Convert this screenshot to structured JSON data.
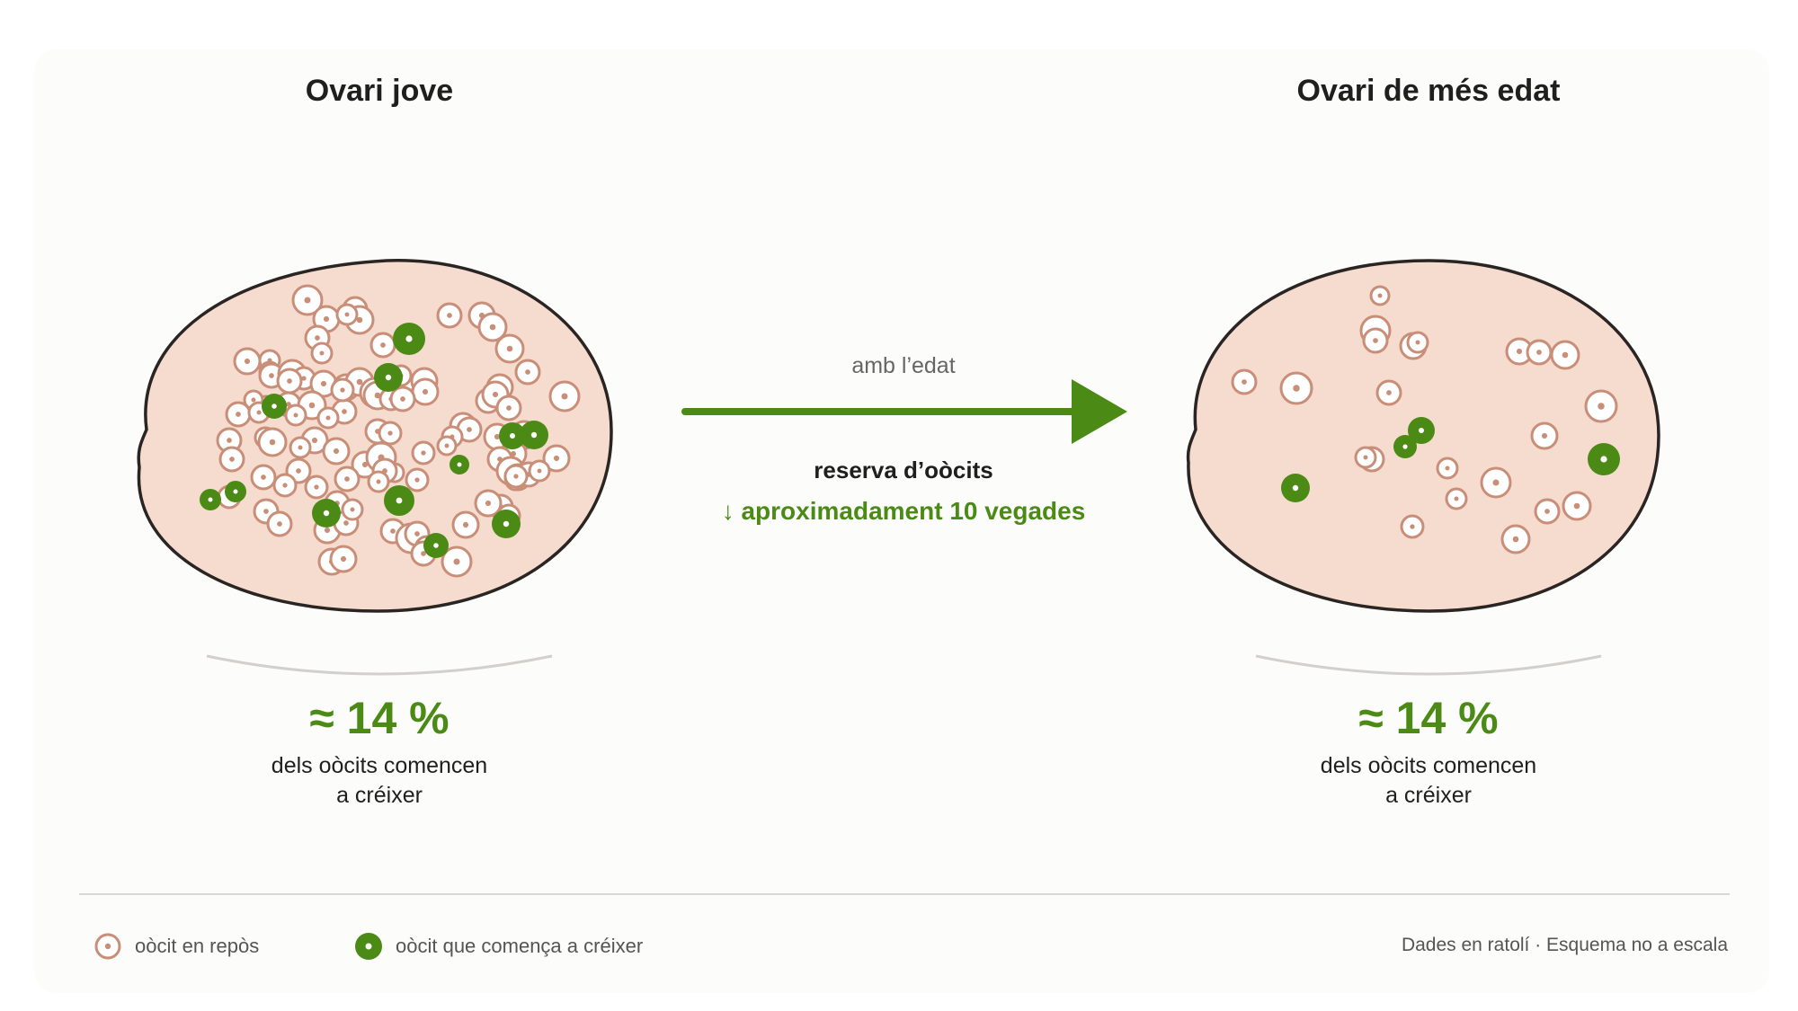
{
  "colors": {
    "background": "#ffffff",
    "ovary_fill": "#f6dbcf",
    "ovary_stroke": "#2a2523",
    "resting_oocyte": "#c98e78",
    "growing_oocyte": "#4a8a15",
    "arc": "#d3d0cb"
  },
  "left": {
    "title": "Ovari jove",
    "percent": "≈ 14 %",
    "description_line1": "dels oòcits comencen",
    "description_line2": "a créixer"
  },
  "right": {
    "title": "Ovari de més edat",
    "percent": "≈ 14 %",
    "description_line1": "dels oòcits comencen",
    "description_line2": "a créixer"
  },
  "arrow": {
    "top_label": "amb l’edat",
    "bottom_label": "reserva d’oòcits",
    "change_label": "↓ aproximadament 10 vegades"
  },
  "legend": {
    "resting": "oòcit en repòs",
    "growing": "oòcit que comença a créixer",
    "resting_icon": "resting-oocyte-icon",
    "growing_icon": "growing-oocyte-icon"
  },
  "footnote": "Dades en ratolí · Esquema no a escala"
}
